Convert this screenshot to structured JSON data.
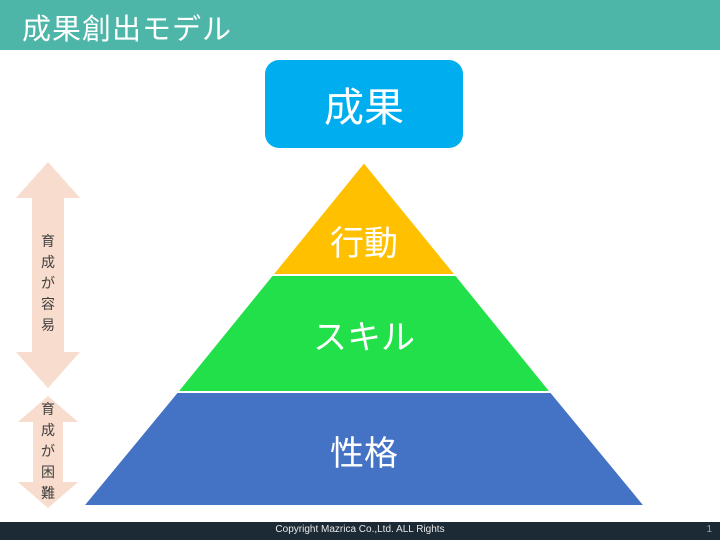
{
  "title": "成果創出モデル",
  "result_label": "成果",
  "pyramid": {
    "tiers": [
      {
        "label": "行動",
        "color": "#ffc000"
      },
      {
        "label": "スキル",
        "color": "#22e04a"
      },
      {
        "label": "性格",
        "color": "#4472c4"
      }
    ]
  },
  "side_arrows": {
    "upper_label": "育成が容易",
    "lower_label": "育成が困難",
    "arrow_color": "#f8dccd"
  },
  "footer": {
    "copyright": "Copyright Mazrica Co.,Ltd. ALL Rights",
    "page_number": "1"
  },
  "colors": {
    "title_bar": "#4db6a8",
    "result_box": "#00aeef",
    "footer": "#1b2a35"
  }
}
